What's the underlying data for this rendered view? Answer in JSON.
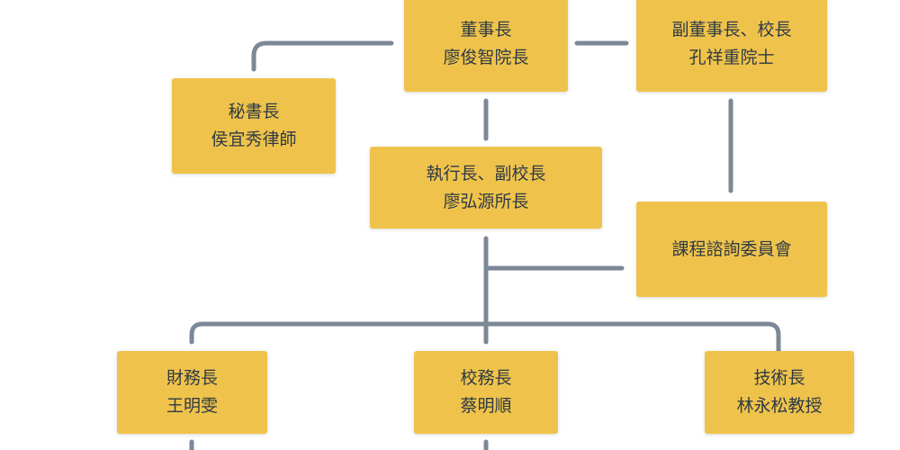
{
  "colors": {
    "node": "#efc34b",
    "connector": "#7c8896",
    "text": "#2f3a46"
  },
  "nodes": {
    "chairman": {
      "title": "董事長",
      "name": "廖俊智院長"
    },
    "vice_chairman": {
      "title": "副董事長、校長",
      "name": "孔祥重院士"
    },
    "secretary": {
      "title": "秘書長",
      "name": "侯宜秀律師"
    },
    "ceo": {
      "title": "執行長、副校長",
      "name": "廖弘源所長"
    },
    "curriculum": {
      "title": "課程諮詢委員會"
    },
    "finance": {
      "title": "財務長",
      "name": "王明雯"
    },
    "school_affairs": {
      "title": "校務長",
      "name": "蔡明順"
    },
    "cto": {
      "title": "技術長",
      "name": "林永松教授"
    }
  }
}
